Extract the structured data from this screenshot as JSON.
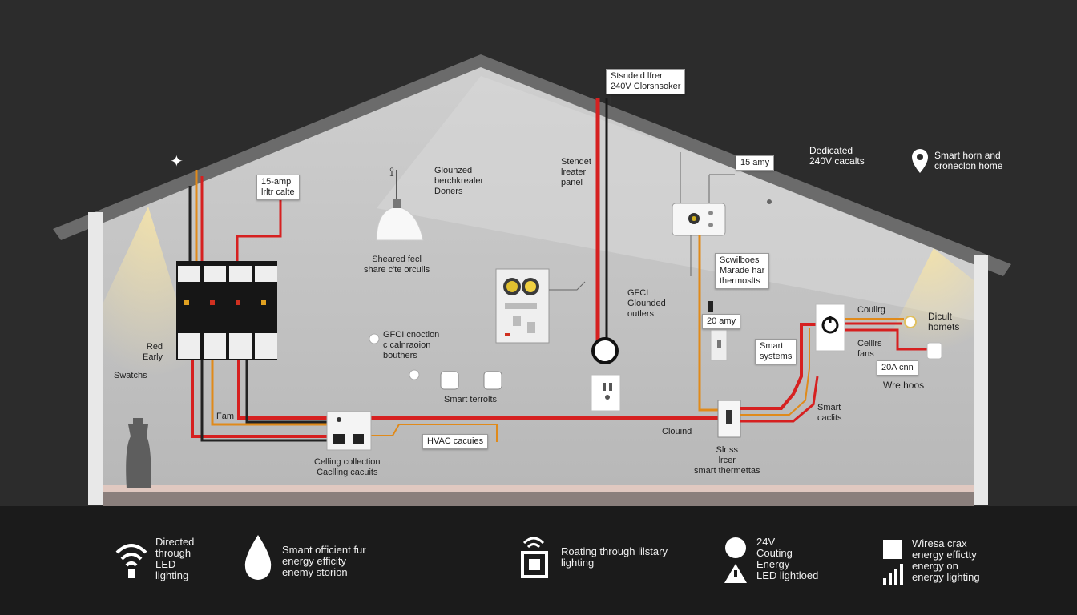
{
  "diagram": {
    "labels": {
      "top_callout": "Stsndeid lfrer\n240V Clorsnsoker",
      "dedicated": "Dedicated\n240V cacalts",
      "smart_home": "Smart horn and\ncroneclon home",
      "fifteen_amp": "15 amy",
      "standard_breaker_panel": "Stendet\nlreater\npanel",
      "grounded_breaker": "Glounzed\nberchkrealer\nDoners",
      "fifteen_amp_outlet": "15-amp\nlrltr calte",
      "shared_circuits": "Sheared fecl\nshare c'te orculls",
      "gfci_grounded": "GFCI\nGlounded\noutlers",
      "switches_thermostats": "Scwilboes\nMarade har\nthermoslts",
      "twenty_amp": "20 amy",
      "smart_systems": "Smart\nsystems",
      "ceiling": "Coulirg",
      "ceiling_fans": "Celllrs\nfans",
      "circuit_homets": "Dicult\nhomets",
      "twenty_amp_2": "20A cnn",
      "wire_hoos": "Wre hoos",
      "smart_circuits": "Smart\ncaclits",
      "gfci_combination": "GFCI cnoction\nc calnraoion\nbouthers",
      "smart_terrolls": "Smart terrolts",
      "hvac_circuits": "HVAC cacuies",
      "ceiling_collection": "Celling collection\nCaclling cacuits",
      "red_early": "Red\nEarly",
      "switches": "Swatchs",
      "fam": "Fam",
      "clouind": "Clouind",
      "smart_thermostats": "Slr ss\nlrcer\nsmart thermettas"
    }
  },
  "legend": [
    {
      "icon": "wifi-icon",
      "text": "Directed\nthrough\nLED\nlighting"
    },
    {
      "icon": "water-drop-icon",
      "text": "Smant officient fur\nenergy efficity\nenemy storion"
    },
    {
      "icon": "wifi-box-icon",
      "text": "Roating through lilstary\nlighting"
    },
    {
      "icon": "circle-warning-icon",
      "text": "24V\nCouting\nEnergy\nLED lightloed"
    },
    {
      "icon": "signal-bars-icon",
      "text": "Wiresa crax\nenergy effictty\nenergy on\nenergy lighting"
    }
  ]
}
